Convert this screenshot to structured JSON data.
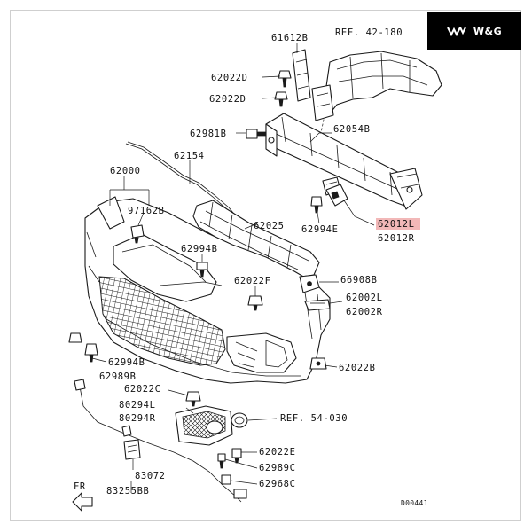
{
  "brand": {
    "text": "W&G"
  },
  "diagram_code": "D00441",
  "direction_label": "FR",
  "labels": {
    "p61612B": "61612B",
    "ref42": "REF. 42-180",
    "p62022D_a": "62022D",
    "p62022D_b": "62022D",
    "p62981B": "62981B",
    "p62054B": "62054B",
    "p62000": "62000",
    "p62154": "62154",
    "p97162B": "97162B",
    "p62025": "62025",
    "p62994E": "62994E",
    "p62012L": "62012L",
    "p62012R": "62012R",
    "p62994B_a": "62994B",
    "p62022F": "62022F",
    "p66908B": "66908B",
    "p62002L": "62002L",
    "p62002R": "62002R",
    "p62994B_b": "62994B",
    "p62989B": "62989B",
    "p62022B": "62022B",
    "p62022C": "62022C",
    "p80294L": "80294L",
    "p80294R": "80294R",
    "ref54": "REF. 54-030",
    "p62022E": "62022E",
    "p83072": "83072",
    "p62989C": "62989C",
    "p83255BB": "83255BB",
    "p62968C": "62968C"
  },
  "highlight_color": "#f2b8b8"
}
